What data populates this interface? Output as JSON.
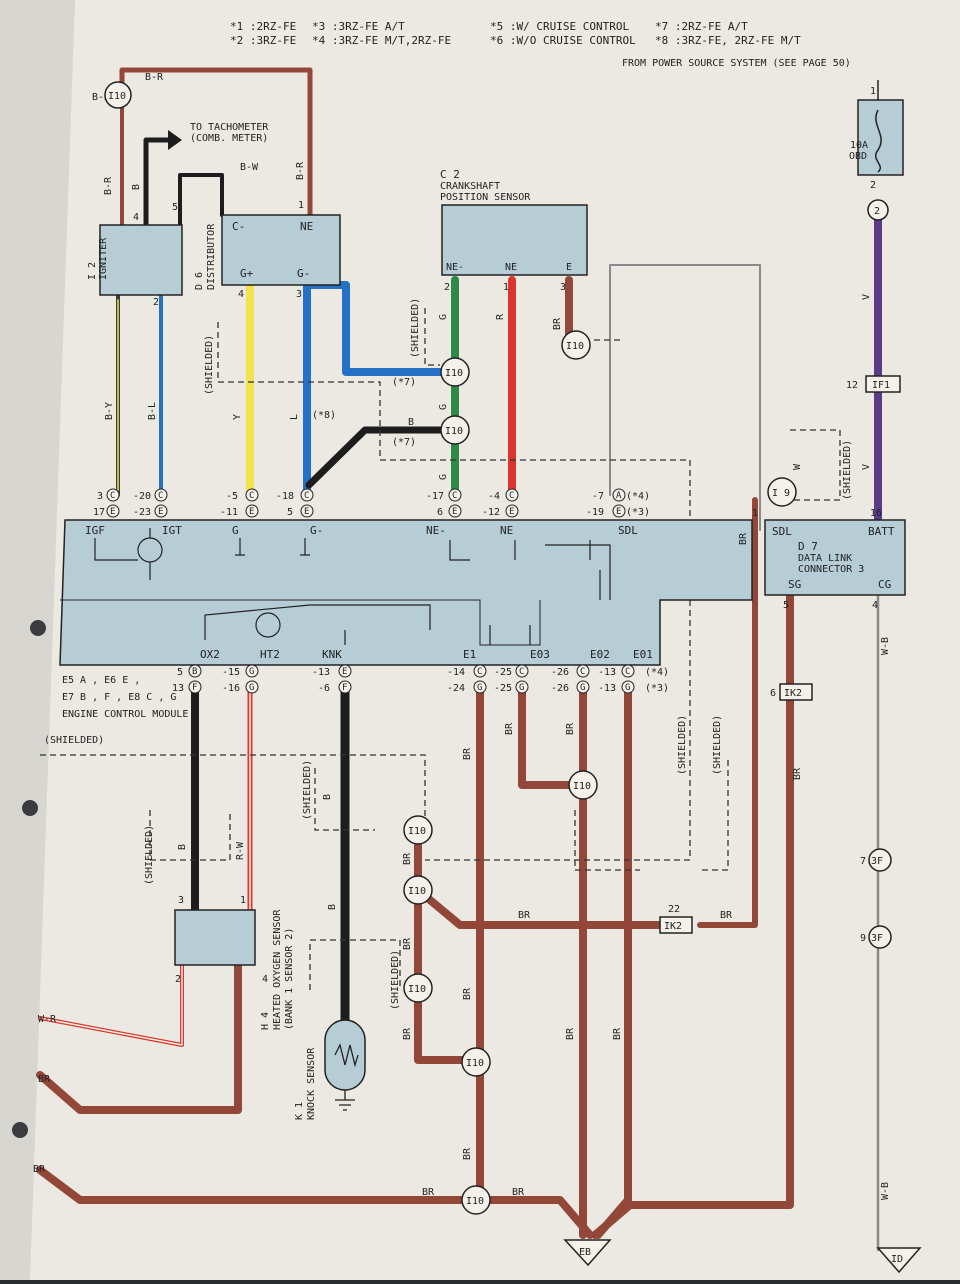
{
  "legend": {
    "n1": "*1 :2RZ-FE",
    "n2": "*2 :3RZ-FE",
    "n3": "*3 :3RZ-FE A/T",
    "n4": "*4 :3RZ-FE M/T,2RZ-FE",
    "n5": "*5 :W/ CRUISE CONTROL",
    "n6": "*6 :W/O CRUISE CONTROL",
    "n7": "*7 :2RZ-FE A/T",
    "n8": "*8 :3RZ-FE, 2RZ-FE M/T"
  },
  "power_source": "FROM POWER SOURCE SYSTEM (SEE PAGE 50)",
  "fuse": {
    "rating": "10A",
    "name": "OBD",
    "pin_top": "1",
    "pin_bottom": "2"
  },
  "tach": {
    "line1": "TO TACHOMETER",
    "line2": "(COMB. METER)"
  },
  "igniter": {
    "id": "I 2",
    "name": "IGNITER",
    "pins": [
      "4",
      "5",
      "2"
    ]
  },
  "distributor": {
    "id": "D 6",
    "name": "DISTRIBUTOR",
    "c_minus": "C-",
    "ne": "NE",
    "g_plus": "G+",
    "g_minus": "G-",
    "pin4": "4",
    "pin3": "3",
    "pin1": "1"
  },
  "crank": {
    "id": "C 2",
    "line1": "CRANKSHAFT",
    "line2": "POSITION SENSOR",
    "ne_minus": "NE-",
    "ne": "NE",
    "e": "E",
    "p2": "2",
    "p1": "1",
    "p3": "3"
  },
  "dlc": {
    "sdl": "SDL",
    "batt": "BATT",
    "id": "D 7",
    "line1": "DATA LINK",
    "line2": "CONNECTOR 3",
    "sg": "SG",
    "cg": "CG",
    "p1": "1",
    "p16": "16",
    "p5": "5",
    "p4": "4"
  },
  "ecm": {
    "name": "ENGINE CONTROL MODULE",
    "conn1": "E5 A , E6 E ,",
    "conn2": "E7 B , F , E8 C , G",
    "labels": [
      "IGF",
      "IGT",
      "G",
      "G-",
      "NE-",
      "NE",
      "SDL",
      "OX2",
      "HT2",
      "KNK",
      "E1",
      "E03",
      "E02",
      "E01"
    ]
  },
  "ox": {
    "id": "H 4",
    "line1": "HEATED OXYGEN SENSOR",
    "line2": "(BANK 1 SENSOR 2)",
    "p3": "3",
    "p1": "1",
    "p2": "2",
    "p4": "4"
  },
  "knock": {
    "id": "K 1",
    "name": "KNOCK SENSOR"
  },
  "terms": {
    "i10": "I10",
    "i9": "I 9",
    "if1": "IF1",
    "ik2": "IK2",
    "f3": "3F",
    "eb": "EB",
    "id": "ID",
    "c2": "2",
    "p12": "12",
    "p6": "6",
    "p22": "22",
    "p7": "7",
    "p9": "9"
  },
  "wires": {
    "br": "BR",
    "b": "B",
    "b_r": "B-R",
    "b_w": "B-W",
    "b_l": "B-L",
    "b_y": "B-Y",
    "y": "Y",
    "l": "L",
    "g": "G",
    "r": "R",
    "v": "V",
    "w": "W",
    "w_b": "W-B",
    "r_w": "R-W",
    "w_r": "W-R",
    "shielded": "(SHIELDED)"
  },
  "notes": {
    "n7": "(*7)",
    "n8": "(*8)",
    "n4": "(*4)",
    "n3": "(*3)"
  },
  "pins": {
    "r3": "3",
    "r17": "17",
    "r20": "-20",
    "r23": "-23",
    "r5a": "-5",
    "r11": "-11",
    "r18": "-18",
    "r5b": "5",
    "r17b": "-17",
    "r6": "6",
    "r4": "-4",
    "r12": "-12",
    "r7": "-7",
    "r19": "-19",
    "b5": "5",
    "b13": "13",
    "b15": "-15",
    "b16": "-16",
    "b13b": "-13",
    "b6": "-6",
    "b14": "-14",
    "b24": "-24",
    "b25a": "-25",
    "b25b": "-25",
    "b26a": "-26",
    "b26b": "-26",
    "b13c": "-13",
    "b13d": "-13"
  },
  "circ": {
    "C": "C",
    "E": "E",
    "A": "A",
    "F": "F",
    "G": "G",
    "B": "B"
  },
  "colors": {
    "paper": "#ece9e2",
    "ecm": "#b6cdd6",
    "br": "#934739",
    "red": "#d8372d",
    "green": "#2f8a49",
    "blue": "#2571c5",
    "yellow": "#f2e24d",
    "black": "#1d1d1d",
    "violet": "#5b3a8a"
  }
}
